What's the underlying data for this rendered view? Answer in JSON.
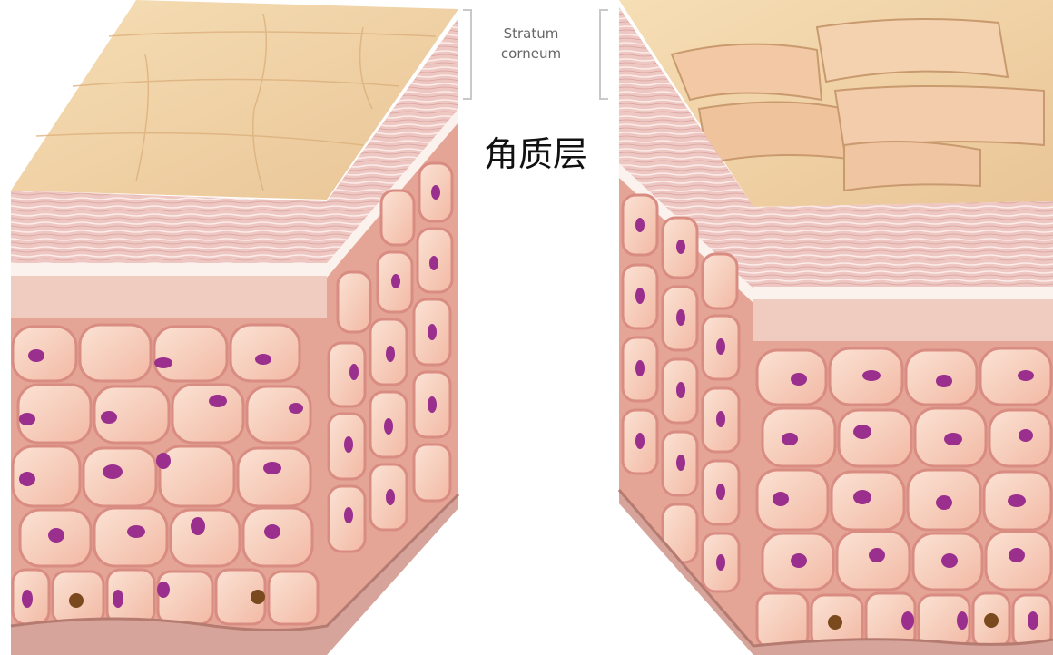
{
  "labels": {
    "english_line1": "Stratum",
    "english_line2": "corneum",
    "chinese": "角质层"
  },
  "colors": {
    "top_surface": "#f2d3a6",
    "cornified_layer": "#edc3c0",
    "cell_fill": "#f7c9b3",
    "cell_border": "#d98c82",
    "nucleus": "#9a2f8e",
    "base_layer": "#d6a49a"
  },
  "panels": [
    "healthy-skin-block",
    "dry-skin-block"
  ]
}
